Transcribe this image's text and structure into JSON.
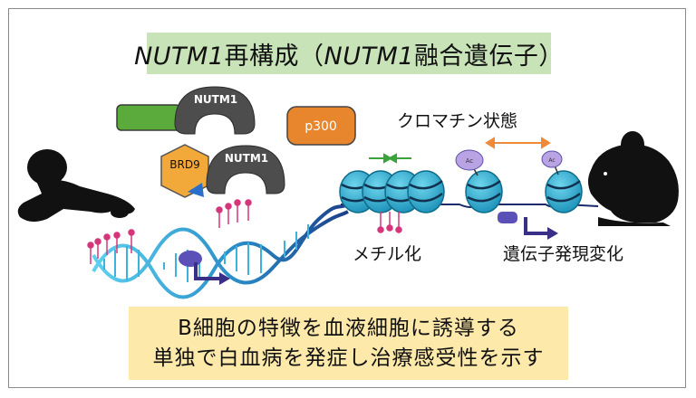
{
  "title": {
    "gene_italic": "NUTM1",
    "part1": "再構成（",
    "part2": "融合遺伝子）"
  },
  "proteins": {
    "nutm1_top": "NUTM1",
    "nutm1_bottom": "NUTM1",
    "brd9": "BRD9",
    "p300": "p300"
  },
  "labels": {
    "chromatin": "クロマチン状態",
    "methylation": "メチル化",
    "gene_expression": "遺伝子発現変化",
    "acetyl_1": "Ac",
    "acetyl_2": "Ac"
  },
  "summary": {
    "line1": "B細胞の特徴を血液細胞に誘導する",
    "line2": "単独で白血病を発症し治療感受性を示す"
  },
  "colors": {
    "title_bg": "#c9e3b8",
    "summary_bg": "#fde9a9",
    "nutm1_gray": "#4d4d4d",
    "green_domain": "#5aab3c",
    "brd9_orange": "#f3a83a",
    "p300_orange": "#e8862e",
    "nucleosome_cyan": "#27a9c9",
    "acetyl_purple": "#b9a3e3",
    "arrow_navy": "#3a2f86",
    "methyl_pink": "#d6357b",
    "green_arrow": "#3aa33a",
    "orange_arrow": "#ef8a3a"
  }
}
